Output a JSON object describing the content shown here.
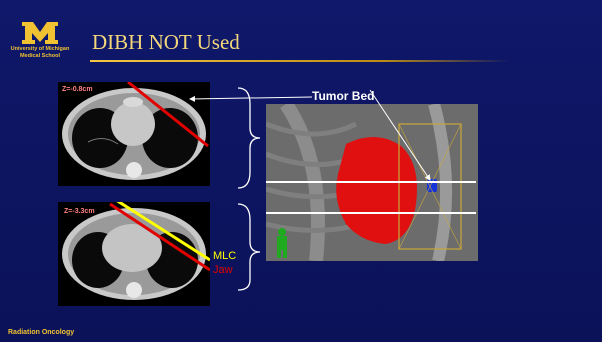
{
  "logo": {
    "line1": "University of Michigan",
    "line2": "Medical School"
  },
  "slide_title": "DIBH NOT Used",
  "footer": "Radiation Oncology",
  "ct_top": {
    "z_label": "Z=-0.8cm"
  },
  "ct_bottom": {
    "z_label": "Z=-3.3cm",
    "mlc_label": "MLC",
    "jaw_label": "Jaw"
  },
  "annotation": {
    "tumor_bed": "Tumor Bed"
  },
  "colors": {
    "background": "#0d1560",
    "title": "#f4d77a",
    "accent": "#f1c232",
    "jaw": "#e00000",
    "mlc": "#ffff00",
    "heart": "#e01010",
    "tumor": "#1433d8"
  }
}
